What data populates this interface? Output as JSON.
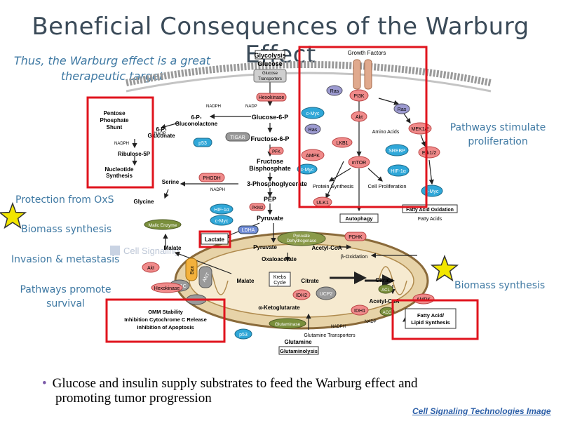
{
  "slide": {
    "title": "Beneficial Consequences of the Warburg Effect",
    "subtitle_line1": "Thus, the Warburg effect is a great",
    "subtitle_line2": "therapeutic target",
    "side_labels": {
      "protection": "Protection from OxS",
      "biomass": "Biomass synthesis",
      "invasion": "Invasion & metastasis",
      "survival_line1": "Pathways promote",
      "survival_line2": "survival",
      "proliferation_line1": "Pathways stimulate",
      "proliferation_line2": "proliferation",
      "biomass_right": "Biomass synthesis"
    },
    "bullet_line1": "Glucose and insulin supply substrates to feed the Warburg effect and",
    "bullet_line2": "promoting tumor progression",
    "credit": "Cell Signaling Technologies Image",
    "colors": {
      "highlight_box": "#e0141e",
      "star": "#f2e600",
      "title": "#3a4a58",
      "accent_text": "#3f79a3"
    }
  },
  "diagram": {
    "glycolysis_header": "Glycolysis",
    "glucose": "Glucose",
    "glucose_transporters_line1": "Glucose",
    "glucose_transporters_line2": "Transporters",
    "hexokinase": "Hexokinase",
    "glucose_6p": "Glucose-6-P",
    "fructose_6p": "Fructose-6-P",
    "pfk": "PFK",
    "fructose_bisphosphate_line1": "Fructose",
    "fructose_bisphosphate_line2": "Bisphosphate",
    "phosphoglycerate": "3-Phosphoglycerate",
    "pep": "PEP",
    "pkm2": "PKM2",
    "pyruvate_top": "Pyruvate",
    "ldha": "LDHA",
    "lactate": "Lactate",
    "ppp_line1": "Pentose",
    "ppp_line2": "Phosphate",
    "ppp_line3": "Shunt",
    "gluconolactone_line1": "6-P-",
    "gluconolactone_line2": "Gluconolactone",
    "gluconate_line1": "6-P-",
    "gluconate_line2": "Gluconate",
    "nadp": "NADP",
    "nadph": "NADPH",
    "ribulose": "Ribulose-5P",
    "nucleotide_line1": "Nucleotide",
    "nucleotide_line2": "Synthesis",
    "tigar": "TIGAR",
    "p53": "p53",
    "phgdh": "PHGDH",
    "serine": "Serine",
    "glycine": "Glycine",
    "growth_factors": "Growth Factors",
    "ras": "Ras",
    "pi3k": "PI3K",
    "akt": "Akt",
    "mek12": "MEK1/2",
    "erk12": "Erk1/2",
    "cmyc": "c-Myc",
    "lkb1": "LKB1",
    "ampk": "AMPK",
    "amino_acids": "Amino Acids",
    "mtor": "mTOR",
    "srebp": "SREBP",
    "hif1a": "HIF-1α",
    "protein_synthesis": "Protein Synthesis",
    "cell_proliferation": "Cell Proliferation",
    "ulk1": "ULK1",
    "autophagy": "Autophagy",
    "fatty_acid_oxidation": "Fatty Acid Oxidation",
    "fatty_acids": "Fatty Acids",
    "malic_enzyme": "Malic Enzyme",
    "malate": "Malate",
    "pyruvate_dehydrogenase_line1": "Pyruvate",
    "pyruvate_dehydrogenase_line2": "Dehydrogenase",
    "pdhk": "PDHK",
    "pyruvate_mito": "Pyruvate",
    "acetyl_coa": "Acetyl-CoA",
    "beta_oxidation": "β-Oxidation",
    "oxaloacetate": "Oxaloacetate",
    "krebs_line1": "Krebs",
    "krebs_line2": "Cycle",
    "citrate": "Citrate",
    "idh2": "IDH2",
    "ucp2": "UCP2",
    "alpha_kg": "α-Ketoglutarate",
    "idh1": "IDH1",
    "citrate_right": "Citrate",
    "acl": "ACL",
    "acetyl_coa_right": "Acetyl-CoA",
    "acc": "ACC",
    "amrk": "AMRK",
    "fatty_acid_synthesis_line1": "Fatty Acid/",
    "fatty_acid_synthesis_line2": "Lipid Synthesis",
    "bax": "Bax",
    "ant": "ANT",
    "vdac": "VDAC",
    "hexokinase_left": "Hexokinase",
    "omm_line1": "OMM Stability",
    "omm_line2": "Inhibition Cytochrome C Release",
    "omm_line3": "Inhibition of Apoptosis",
    "glutaminase": "Glutaminase",
    "glutamine_transporters": "Glutamine Transporters",
    "glutamine": "Glutamine",
    "glutaminolysis": "Glutaminolysis",
    "watermark": "Cell Signaling"
  }
}
